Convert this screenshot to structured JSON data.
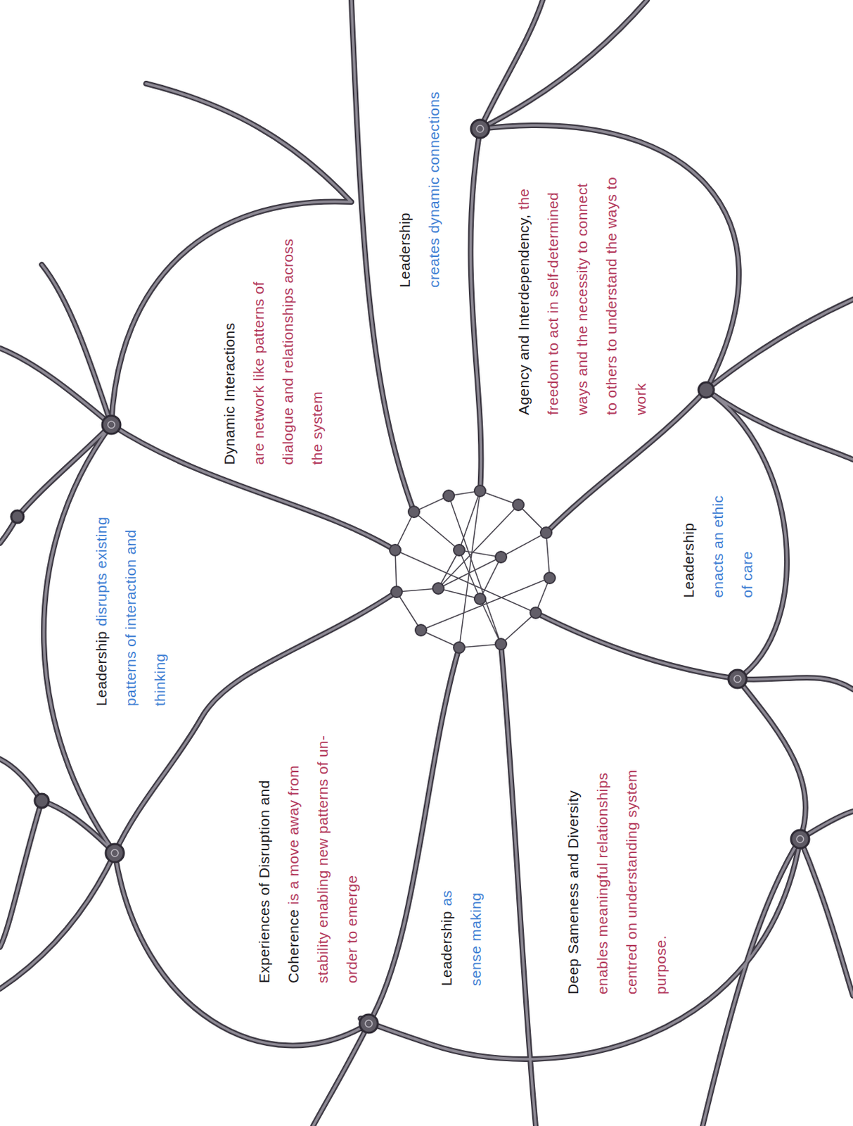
{
  "diagram": {
    "nodes": [
      {
        "text": [
          "Leadership",
          "creates dynamic connections"
        ]
      },
      {
        "text": [
          "Dynamic Interactions",
          "are network like patterns of dialogue and relationships across the system"
        ]
      },
      {
        "text": [
          "Agency and Interdependency,",
          "the freedom to act in self-determined ways and the necessity to connect to others to understand the ways to work"
        ]
      },
      {
        "text": [
          "Leadership",
          "disrupts existing patterns of interaction and thinking"
        ]
      },
      {
        "text": [
          "Leadership",
          "enacts an ethic of care"
        ]
      },
      {
        "text": [
          "Experiences of Disruption and Coherence",
          "is a move away from stability enabling new patterns of un-order to emerge"
        ]
      },
      {
        "text": [
          "Leadership",
          "as sense making"
        ]
      },
      {
        "text": [
          "Deep Sameness and Diversity",
          "enables meaningful relationships centred on understanding system purpose."
        ]
      }
    ]
  }
}
